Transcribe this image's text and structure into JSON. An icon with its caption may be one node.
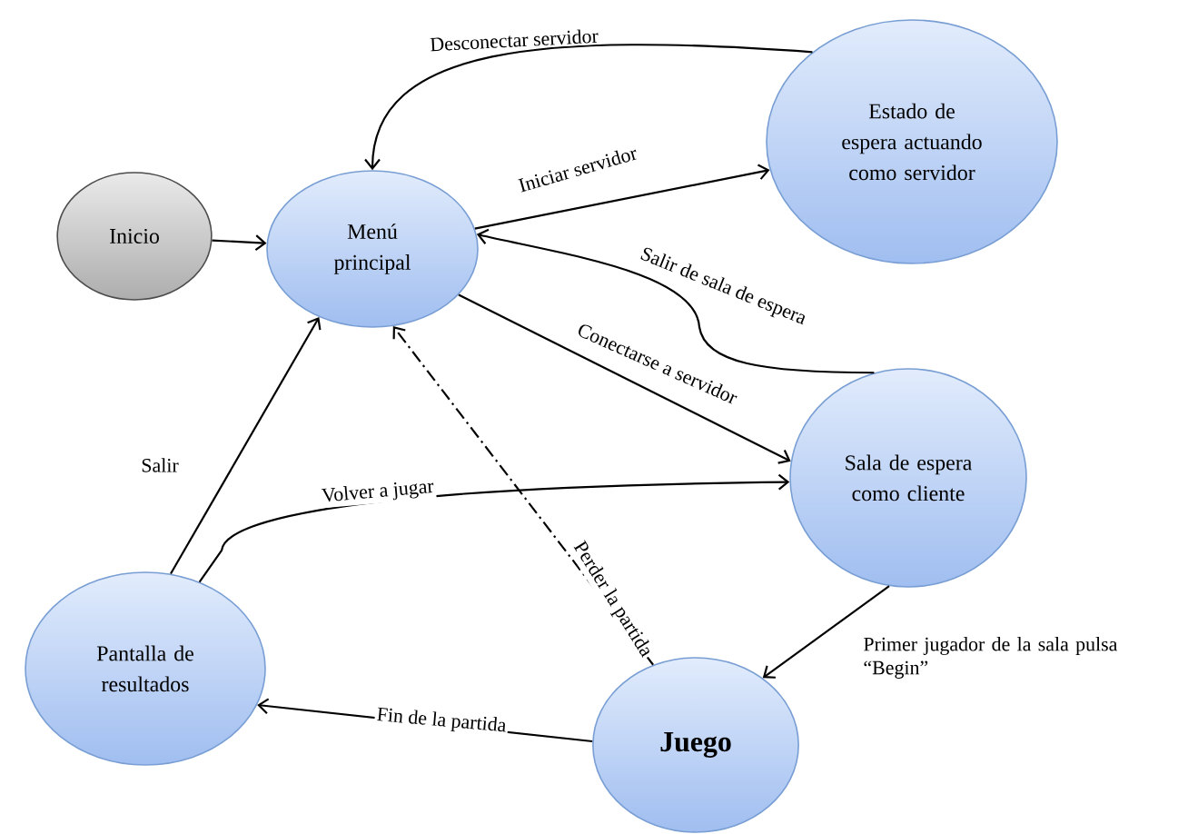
{
  "diagram": {
    "nodes": [
      {
        "text": [
          "Inicio"
        ]
      },
      {
        "text": [
          "Menú principal"
        ]
      },
      {
        "text": [
          "Estado de espera actuando como servidor"
        ]
      },
      {
        "text": [
          "Sala de espera como cliente"
        ]
      },
      {
        "text": [
          "Pantalla de resultados"
        ]
      },
      {
        "text": [
          "Juego"
        ]
      }
    ],
    "edges": [
      {
        "from": 0,
        "to": 1,
        "arrow": "to"
      },
      {
        "from": 1,
        "to": 2,
        "arrow": "to",
        "label": "Iniciar servidor"
      },
      {
        "from": 2,
        "to": 1,
        "arrow": "to",
        "label": "Desconectar servidor"
      },
      {
        "from": 3,
        "to": 1,
        "arrow": "to",
        "label": "Salir de sala de espera"
      },
      {
        "from": 1,
        "to": 3,
        "arrow": "to",
        "label": "Conectarse a servidor"
      },
      {
        "from": 4,
        "to": 1,
        "arrow": "to",
        "label": "Salir"
      },
      {
        "from": 4,
        "to": 3,
        "arrow": "to",
        "label": "Volver a jugar"
      },
      {
        "from": 3,
        "to": 5,
        "arrow": "to",
        "label": "Primer jugador de la sala pulsa “Begin”"
      },
      {
        "from": 5,
        "to": 4,
        "arrow": "to",
        "label": "Fin de la partida"
      },
      {
        "from": 5,
        "to": 1,
        "arrow": "to",
        "label": "Perder la partida",
        "style": "dashed"
      }
    ]
  }
}
